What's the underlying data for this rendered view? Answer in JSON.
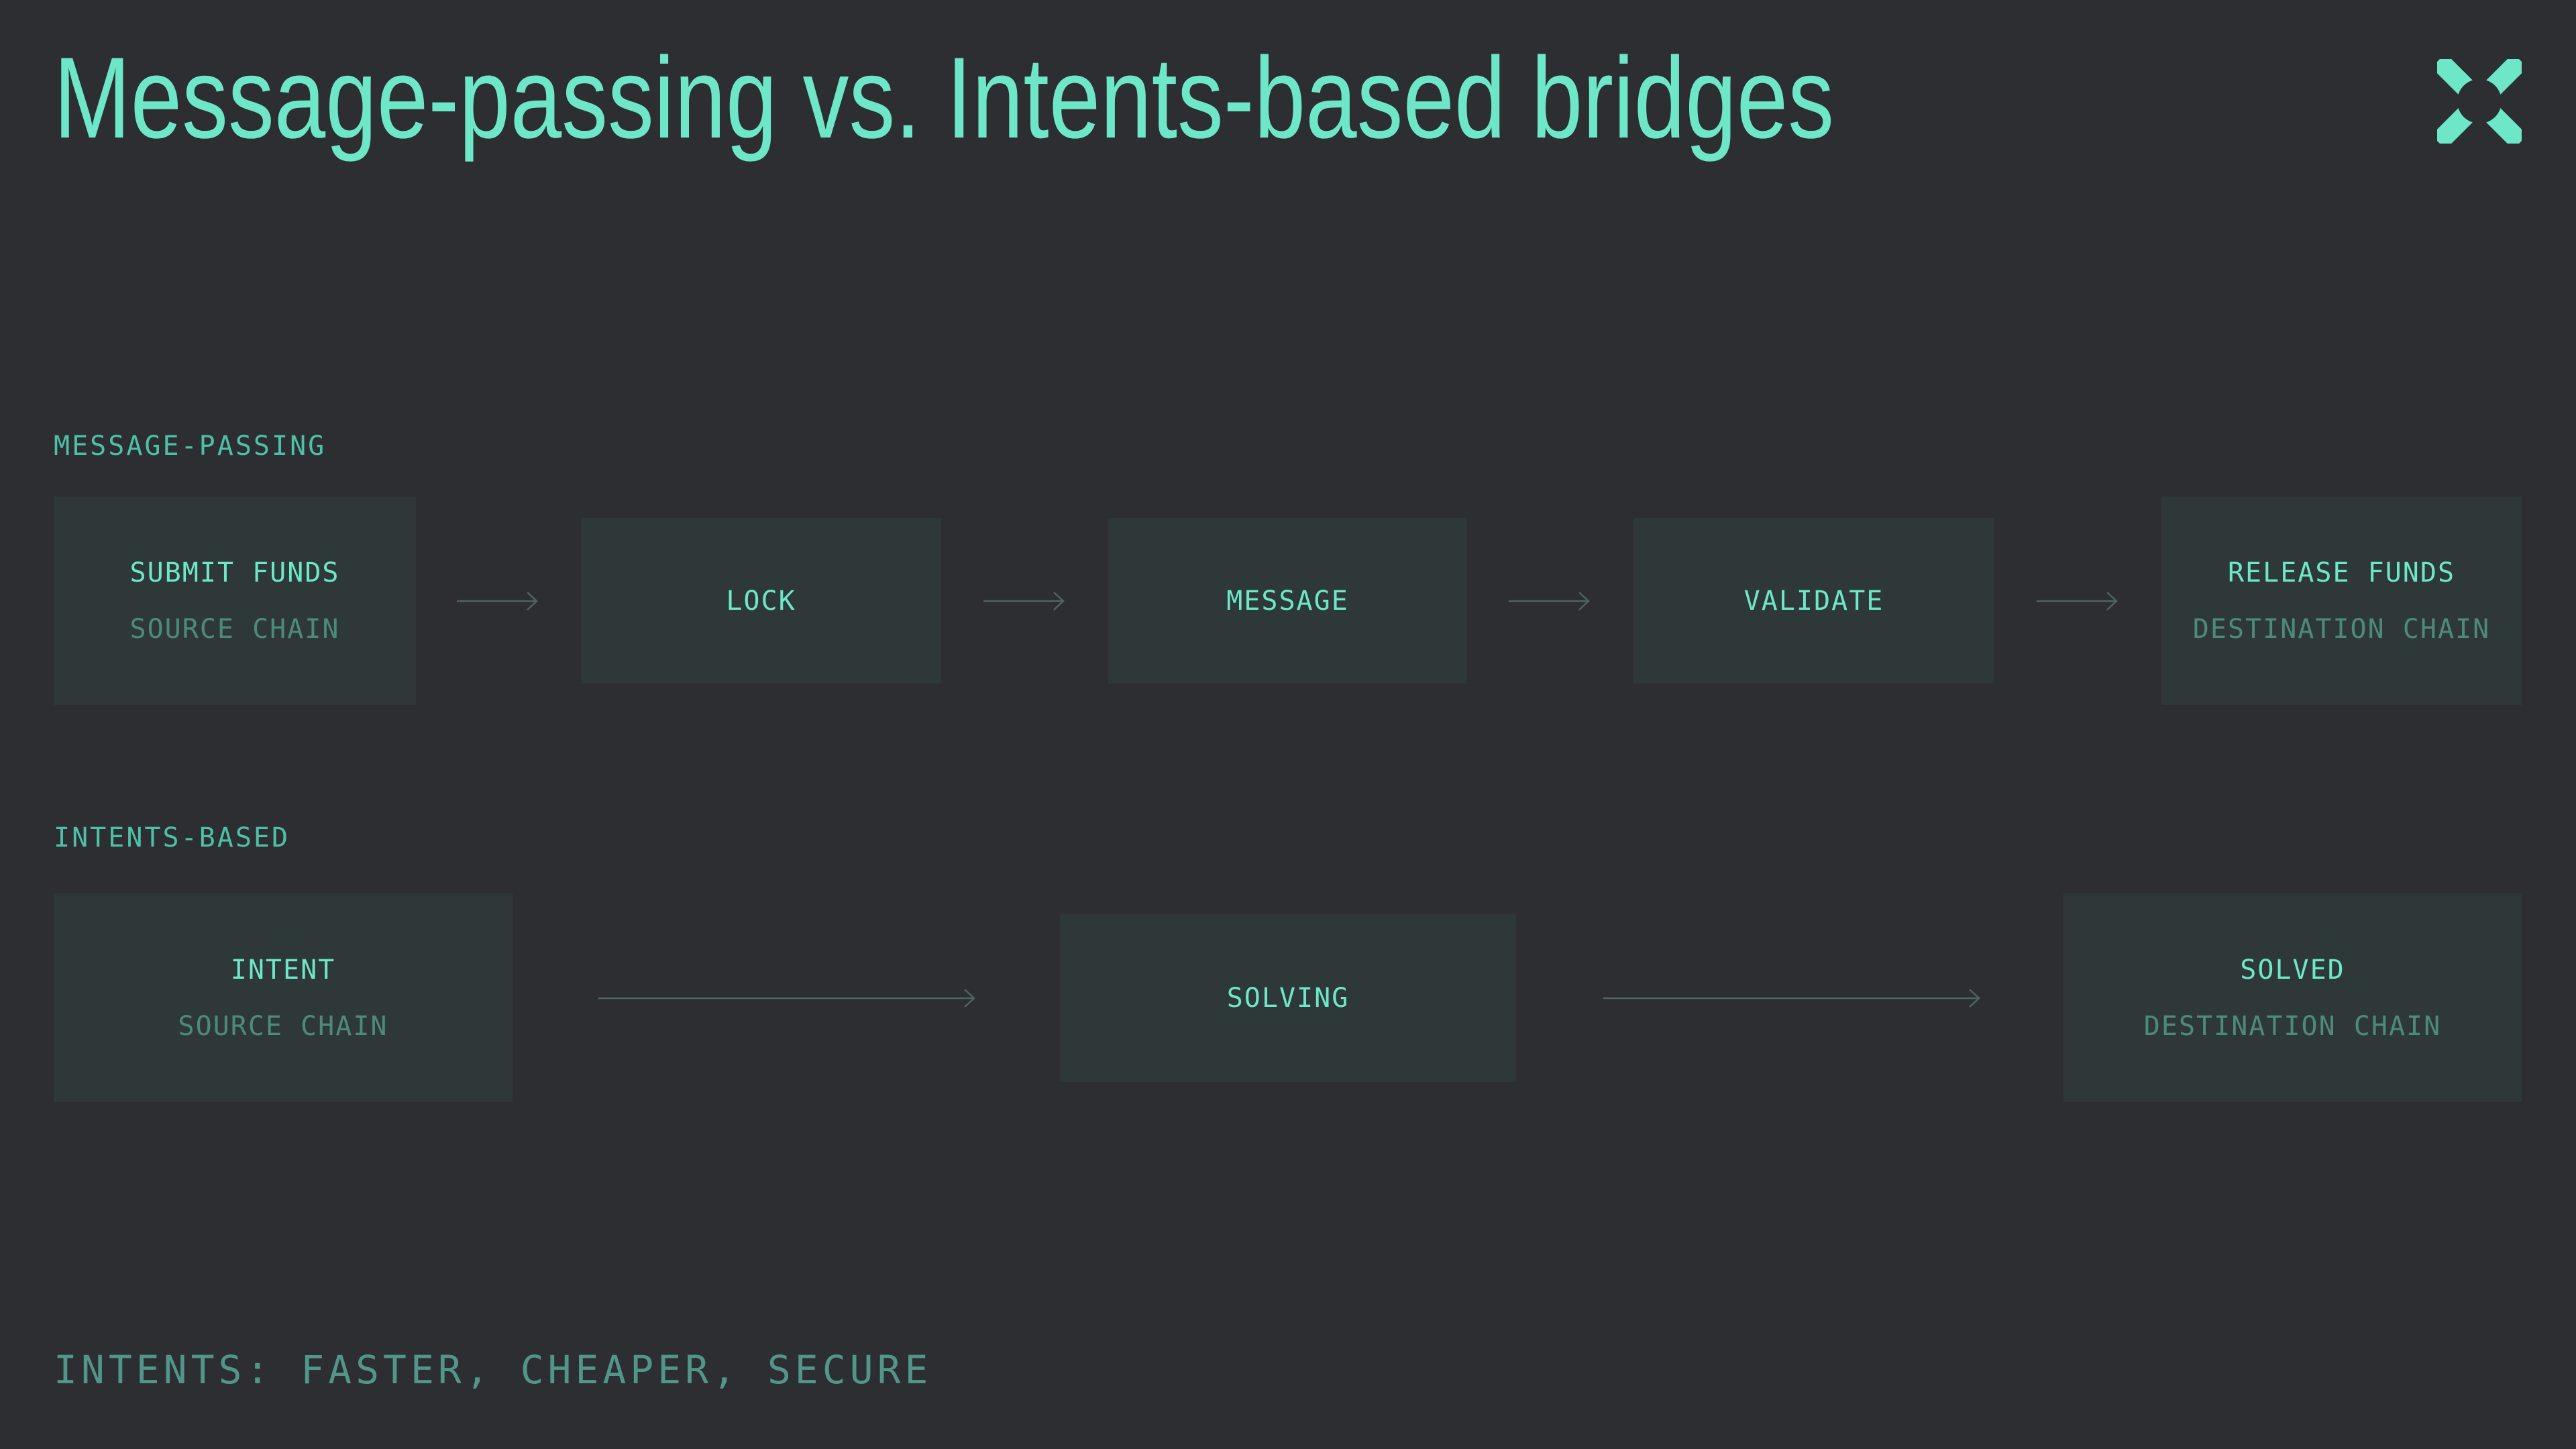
{
  "header": {
    "title": "Message-passing vs. Intents-based bridges",
    "logo_icon": "x-mark"
  },
  "colors": {
    "page_bg": "#2c2e32",
    "box_bg": "#2f3839",
    "accent": "#6ee7c8",
    "section_label": "#4fc0a8",
    "subtitle": "#4e8a7c",
    "arrow": "#51635f",
    "footer_text": "#52968a"
  },
  "sections": [
    {
      "label": "MESSAGE-PASSING",
      "boxes": [
        {
          "title": "SUBMIT FUNDS",
          "subtitle": "SOURCE CHAIN"
        },
        {
          "title": "LOCK"
        },
        {
          "title": "MESSAGE"
        },
        {
          "title": "VALIDATE"
        },
        {
          "title": "RELEASE FUNDS",
          "subtitle": "DESTINATION CHAIN"
        }
      ]
    },
    {
      "label": "INTENTS-BASED",
      "boxes": [
        {
          "title": "INTENT",
          "subtitle": "SOURCE CHAIN"
        },
        {
          "title": "SOLVING"
        },
        {
          "title": "SOLVED",
          "subtitle": "DESTINATION CHAIN"
        }
      ]
    }
  ],
  "footer": {
    "tagline": "INTENTS: FASTER, CHEAPER, SECURE"
  }
}
